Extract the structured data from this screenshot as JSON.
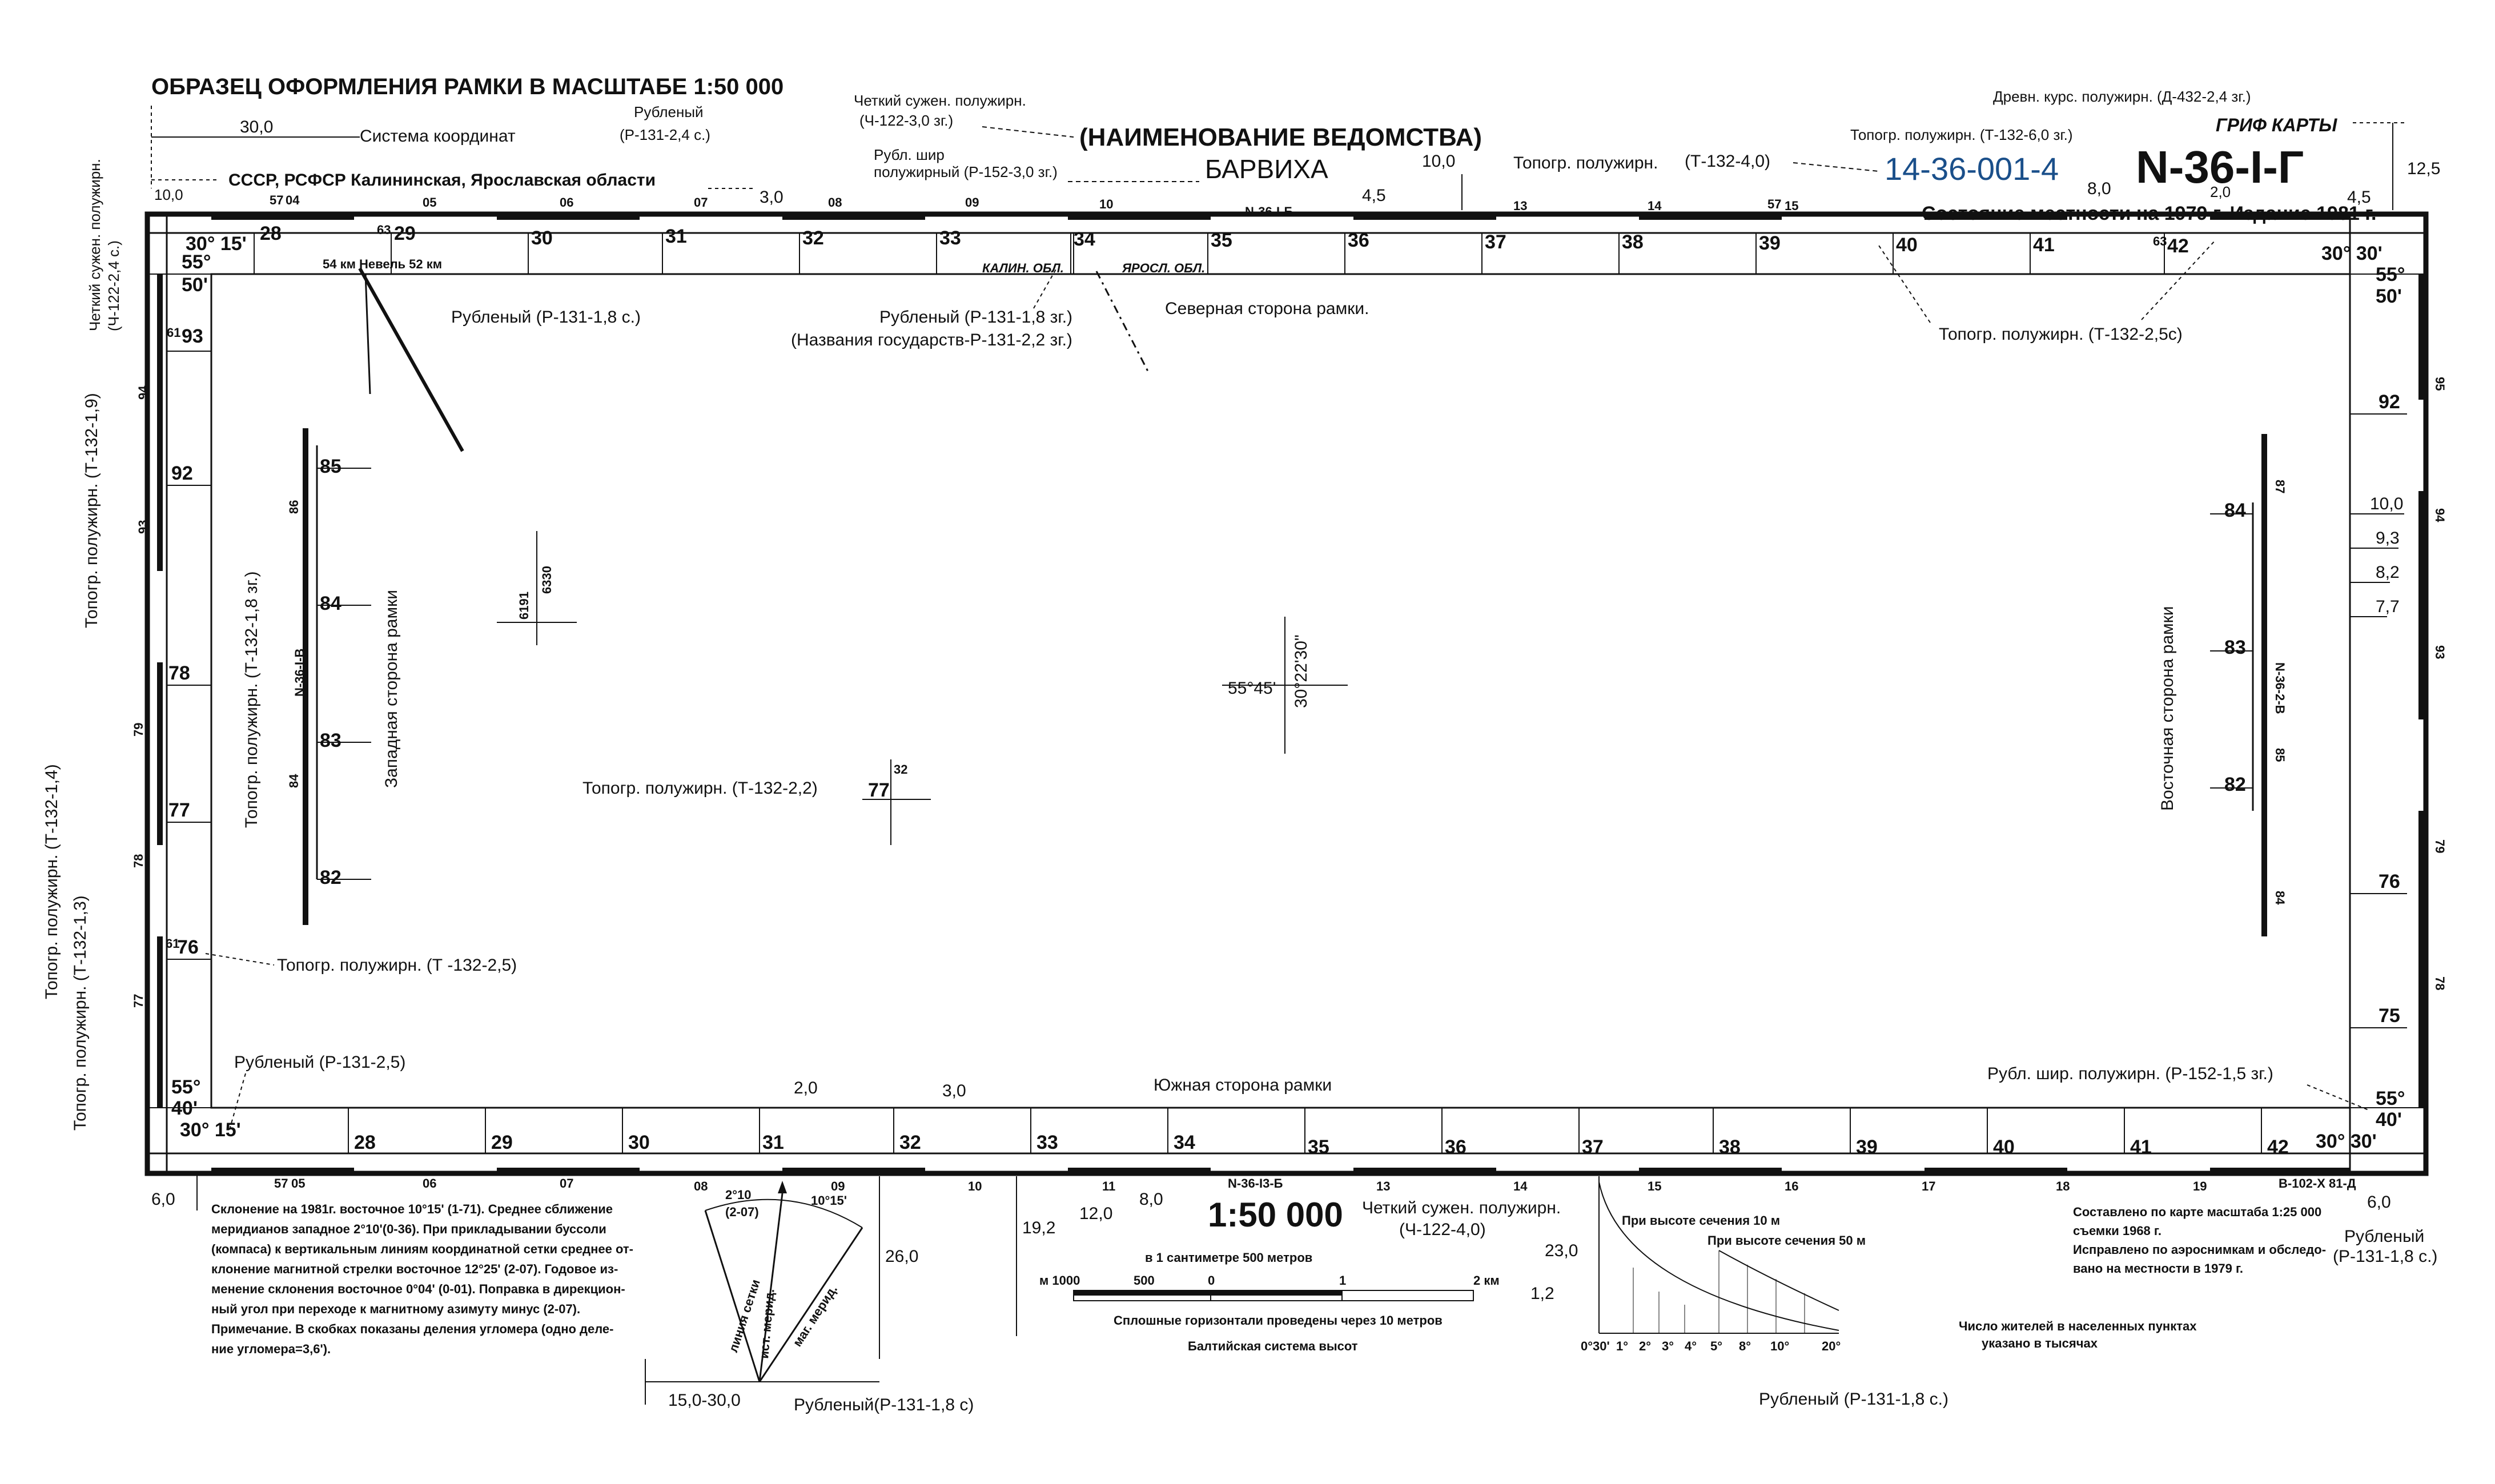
{
  "title": "ОБРАЗЕЦ ОФОРМЛЕНИЯ РАМКИ В МАСШТАБЕ 1:50 000",
  "header": {
    "coord_system": "Система координат",
    "coord_dim": "30,0",
    "regions": "СССР, РСФСР  Калининская, Ярославская области",
    "regions_font_label": "Рубленый",
    "regions_font_spec": "(Р-131-2,4 с.)",
    "left_dim_label": "Четкий сужен. полужирн.",
    "left_dim_spec": "(Ч-122-2,4 с.)",
    "dept": "(НАИМЕНОВАНИЕ ВЕДОМСТВА)",
    "dept_font_label": "Четкий сужен. полужирн.",
    "dept_font_spec": "(Ч-122-3,0 зг.)",
    "sheet_name": "БАРВИХА",
    "sheet_name_font_label": "Рубл. шир",
    "sheet_name_font_spec": "полужирный (Р-152-3,0 зг.)",
    "dim_3_0": "3,0",
    "dim_4_5": "4,5",
    "dim_10_0": "10,0",
    "topo_label": "Топогр. полужирн.",
    "topo_spec": "(Т-132-4,0)",
    "code": "14-36-001-4",
    "code_font": "Топогр. полужирн. (Т-132-6,0 зг.)",
    "nomenclature": "N-36-I-Г",
    "dim_8_0": "8,0",
    "grif_label": "ГРИФ КАРТЫ",
    "grif_font": "Древн. курс. полужирн. (Д-432-2,4 зг.)",
    "dim_12_5": "12,5",
    "state_edition": "Состояние местности на 1979 г. Издание 1981 г.",
    "dim_2_0": "2,0",
    "dim_4_5b": "4,5",
    "dim_10_0_left": "10,0"
  },
  "frame": {
    "north_label": "Северная сторона рамки.",
    "south_label": "Южная сторона рамки",
    "west_label": "Западная сторона рамки",
    "east_label": "Восточная сторона рамки",
    "corner_nw_lon": "30° 15'",
    "corner_nw_lat_a": "55°",
    "corner_nw_lat_b": "50'",
    "corner_ne_lon": "30° 30'",
    "corner_ne_lat_a": "55°",
    "corner_ne_lat_b": "50'",
    "corner_sw_lat_a": "55°",
    "corner_sw_lat_b": "40'",
    "corner_sw_lon": "30° 15'",
    "corner_se_lat_a": "55°",
    "corner_se_lat_b": "40'",
    "corner_se_lon": "30° 30'",
    "nevel": "54 км  Невель 52 км",
    "kalin": "КАЛИН. ОБЛ.",
    "yarosl": "ЯРОСЛ. ОБЛ.",
    "adj_north": "N-36-I-Б",
    "adj_south": "N-36-I3-Б",
    "adj_west": "N-36-I-В",
    "adj_east": "N-36-2-В",
    "se_sheet": "В-102-Х 81-Д"
  },
  "grid": {
    "top": [
      "28",
      "29",
      "30",
      "31",
      "32",
      "33",
      "34",
      "35",
      "36",
      "37",
      "38",
      "39",
      "40",
      "41",
      "42"
    ],
    "top_minor": [
      "57",
      "04",
      "63",
      "05",
      "06",
      "07",
      "08",
      "09",
      "10",
      "13",
      "14",
      "57",
      "15",
      "63"
    ],
    "bottom": [
      "28",
      "29",
      "30",
      "31",
      "32",
      "33",
      "34",
      "35",
      "36",
      "37",
      "38",
      "39",
      "40",
      "41",
      "42"
    ],
    "bottom_minor": [
      "57",
      "05",
      "06",
      "07",
      "08",
      "09",
      "10",
      "11",
      "13",
      "14",
      "15",
      "16",
      "17",
      "18",
      "19"
    ],
    "left": [
      "93",
      "92",
      "78",
      "77",
      "76"
    ],
    "left_prefix": "61",
    "left_vertical": [
      "94",
      "93",
      "79",
      "78",
      "77"
    ],
    "right": [
      "92",
      "76",
      "75"
    ],
    "right_vertical": [
      "95",
      "94",
      "93",
      "79",
      "78"
    ],
    "west_inner": [
      "85",
      "84",
      "83",
      "82"
    ],
    "west_inner_vertical": [
      "86",
      "84"
    ],
    "east_inner": [
      "84",
      "83",
      "82"
    ],
    "east_inner_vertical": [
      "87",
      "85",
      "84"
    ]
  },
  "interior": {
    "point_a": "6330",
    "point_b": "6191",
    "center_lat": "55°45'",
    "center_lon": "30°22'30\"",
    "grid_label": "Топогр. полужирн. (Т-132-2,2)",
    "grid_b": "77",
    "grid_c": "32"
  },
  "annotations": {
    "rub_1_8": "Рубленый (Р-131-1,8 с.)",
    "rub_kalin": "Рубленый (Р-131-1,8 зг.)",
    "states": "(Названия государств-Р-131-2,2 зг.)",
    "topo_2_5c": "Топогр. полужирн. (Т-132-2,5с)",
    "topo_1_9": "Топогр. полужирн. (Т-132-1,9)",
    "topo_1_8": "Топогр. полужирн. (Т-132-1,8 зг.)",
    "topo_1_4": "Топогр. полужирн. (Т-132-1,4)",
    "topo_1_3": "Топогр. полужирн. (Т-132-1,3)",
    "topo_2_5": "Топогр. полужирн. (Т -132-2,5)",
    "rub_2_5": "Рубленый (Р-131-2,5)",
    "rubl_shir": "Рубл. шир. полужирн. (Р-152-1,5 зг.)",
    "dim_right": [
      "10,0",
      "9,3",
      "8,2",
      "7,7"
    ]
  },
  "bottom": {
    "dim_6_0_left": "6,0",
    "decl_lines": [
      "Склонение на 1981г. восточное  10°15' (1-71). Среднее сближение",
      "меридианов западное 2°10'(0-36).    При прикладывании буссоли",
      "(компаса) к вертикальным линиям координатной сетки среднее от-",
      "клонение магнитной стрелки восточное 12°25' (2-07). Годовое из-",
      "менение склонения восточное 0°04' (0-01). Поправка в дирекцион-",
      "ный угол при переходе к магнитному азимуту минус   (2-07).",
      "Примечание. В скобках показаны деления угломера (одно деле-",
      "ние  угломера=3,6')."
    ],
    "angle_a": "2°10",
    "angle_b": "(2-07)",
    "angle_c": "10°15'",
    "merid_grid": "линия сетки",
    "merid_true": "ист. мерид.",
    "merid_mag": "маг. мерид.",
    "dim_26_0": "26,0",
    "dim_15_30": "15,0-30,0",
    "rub_small": "Рубленый(Р-131-1,8 с)",
    "dim_2_0": "2,0",
    "dim_3_0": "3,0",
    "dim_19_2": "19,2",
    "dim_12_0": "12,0",
    "dim_8_0": "8,0",
    "scale": "1:50 000",
    "scale_font": "Четкий сужен. полужирн.",
    "scale_font_spec": "(Ч-122-4,0)",
    "scale_per_cm": "в 1 сантиметре 500 метров",
    "bar_labels": [
      "м 1000",
      "500",
      "0",
      "1",
      "2 км"
    ],
    "dim_1_2": "1,2",
    "contour_note": "Сплошные горизонтали проведены через 10 метров",
    "height_system": "Балтийская система высот",
    "dim_23_0": "23,0",
    "slope_10": "При высоте сечения 10 м",
    "slope_50": "При высоте сечения 50 м",
    "slope_ticks": [
      "0°30'",
      "1°",
      "2°",
      "3°",
      "4°",
      "5°",
      "8°",
      "10°",
      "20°"
    ],
    "residents": "Число жителей в населенных пунктах",
    "residents_2": "указано в тысячах",
    "rub_right": "Рубленый (Р-131-1,8 с.)",
    "compiled": [
      "Составлено по карте масштаба 1:25 000",
      "съемки 1968 г.",
      "Исправлено по аэроснимкам и обследо-",
      "вано на местности в 1979 г."
    ],
    "dim_6_0_right": "6,0",
    "rub_right_2": "Рубленый",
    "rub_right_2_spec": "(Р-131-1,8 с.)"
  },
  "colors": {
    "ink": "#111111",
    "code_blue": "#1a4f8a",
    "paper": "#ffffff"
  }
}
